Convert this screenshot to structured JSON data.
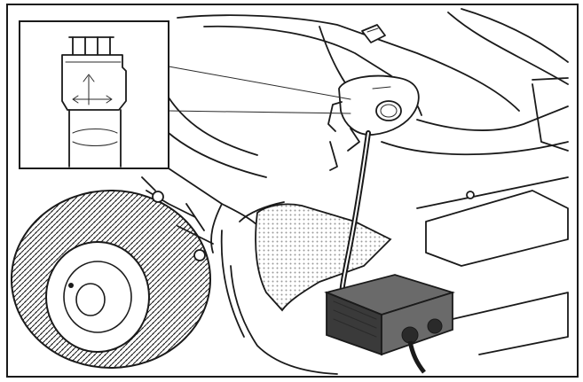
{
  "colors": {
    "background": "#ffffff",
    "line": "#1a1a1a",
    "charger_dark": "#3a3a3a",
    "charger_mid": "#6a6a6a",
    "dot_fill": "#9a9a9a"
  },
  "elements": [
    "frame-border",
    "inset-connector-detail",
    "mower-hood",
    "rear-wheel",
    "floor-mat",
    "battery-charger",
    "charging-cable",
    "charging-socket"
  ]
}
